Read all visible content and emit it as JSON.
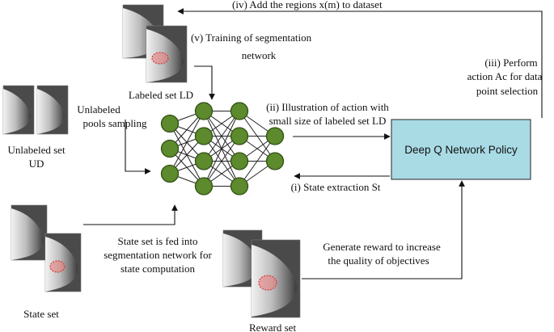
{
  "labels": {
    "labeled_set": "Labeled set LD",
    "unlabeled_set_line1": "Unlabeled set",
    "unlabeled_set_line2": "UD",
    "state_set": "State set",
    "reward_set": "Reward set",
    "unlabeled_sampling_line1": "Unlabeled",
    "unlabeled_sampling_line2": "pools sampling",
    "training_line1": "(v) Training of segmentation",
    "training_line2": "network",
    "add_regions": "(iv) Add the regions x(m) to dataset",
    "perform_line1": "(iii) Perform",
    "perform_line2": "action Ac for data",
    "perform_line3": "point selection",
    "illustration_line1": "(ii) Illustration of action with",
    "illustration_line2": "small size of labeled set LD",
    "state_extraction": "(i) State extraction St",
    "state_fed_line1": "State set is fed into",
    "state_fed_line2": "segmentation network for",
    "state_fed_line3": "state computation",
    "reward_gen_line1": "Generate reward to increase",
    "reward_gen_line2": "the quality of objectives",
    "policy_box": "Deep Q Network Policy"
  },
  "colors": {
    "policy_box_fill": "#a9dbe5",
    "neuron_fill": "#5c8a2c",
    "tumor_outline": "#d43c3c"
  },
  "network": {
    "layers": [
      3,
      4,
      4,
      2
    ]
  }
}
